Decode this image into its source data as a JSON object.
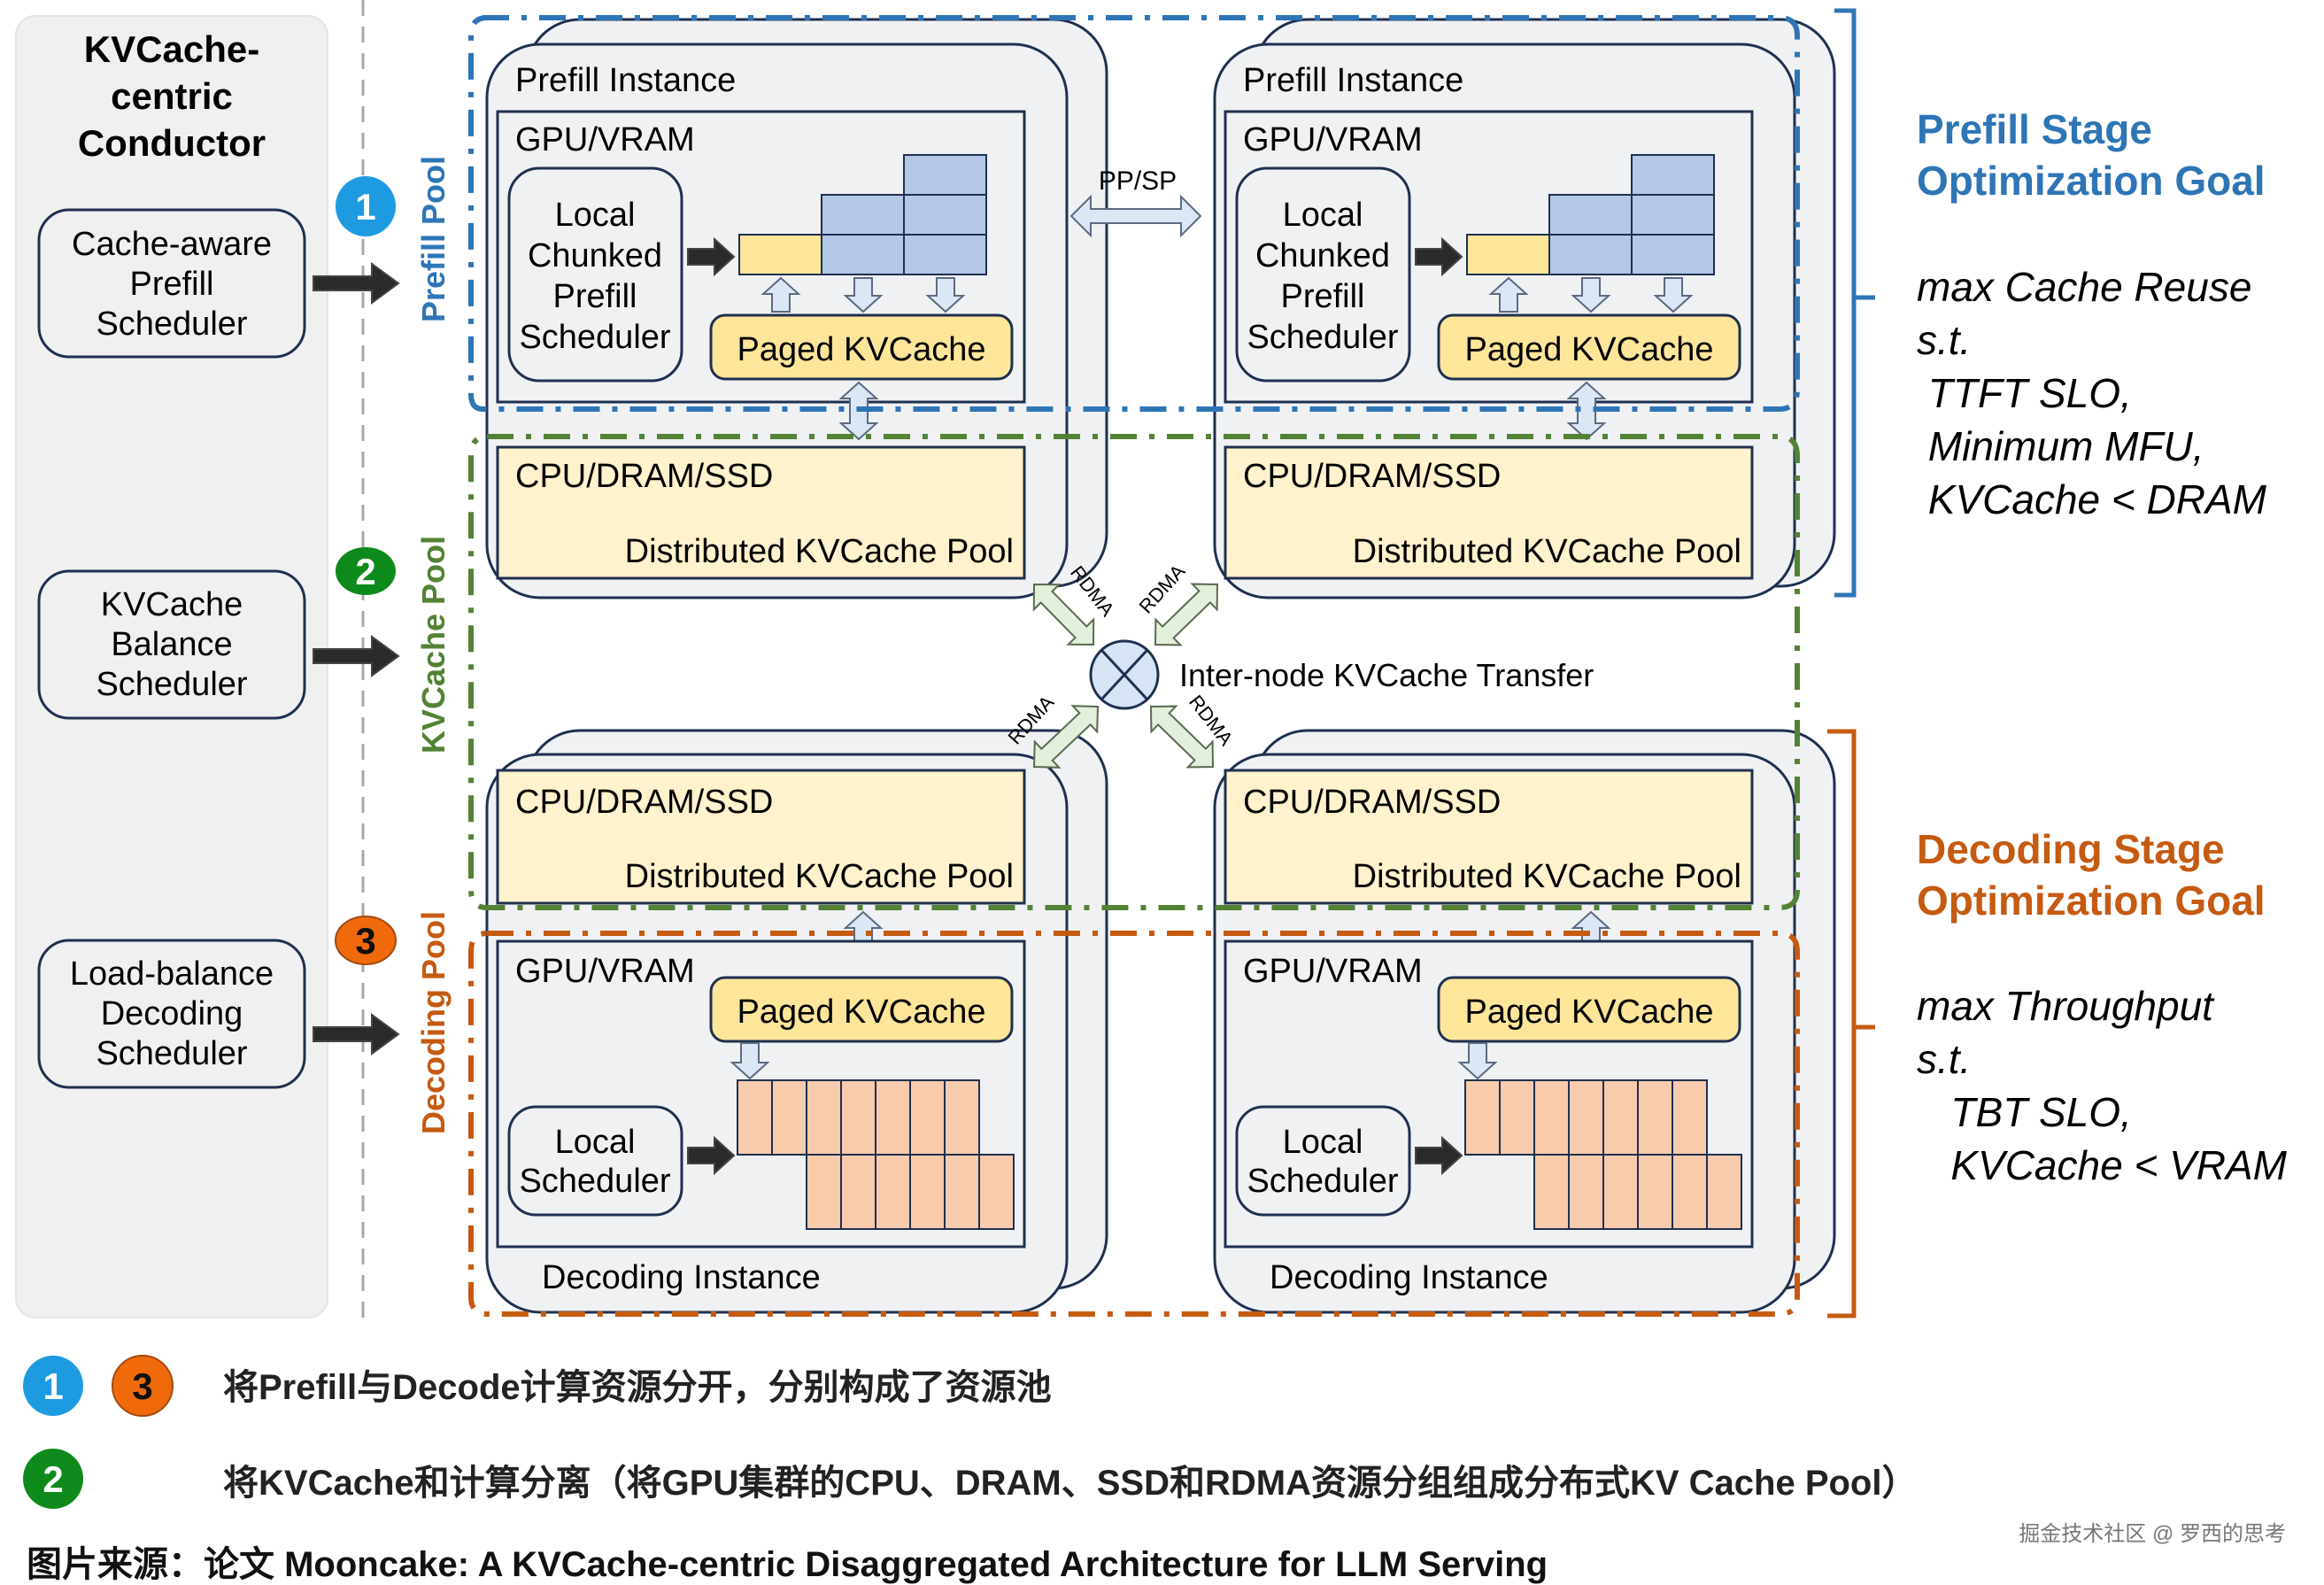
{
  "conductor": {
    "title_lines": [
      "KVCache-",
      "centric",
      "Conductor"
    ],
    "schedulers": [
      {
        "lines": [
          "Cache-aware",
          "Prefill",
          "Scheduler"
        ],
        "badge": "1",
        "badge_color": "#1e9be0"
      },
      {
        "lines": [
          "KVCache",
          "Balance",
          "Scheduler"
        ],
        "badge": "2",
        "badge_color": "#0e8a1c"
      },
      {
        "lines": [
          "Load-balance",
          "Decoding",
          "Scheduler"
        ],
        "badge": "3",
        "badge_color": "#f06a0c"
      }
    ]
  },
  "pools": {
    "prefill": {
      "label": "Prefill Pool",
      "color": "#2e75b6"
    },
    "kvcache": {
      "label": "KVCache Pool",
      "color": "#548235"
    },
    "decoding": {
      "label": "Decoding Pool",
      "color": "#c55a11"
    }
  },
  "prefill_instance": {
    "title": "Prefill Instance",
    "gpu_label": "GPU/VRAM",
    "scheduler_lines": [
      "Local",
      "Chunked",
      "Prefill",
      "Scheduler"
    ],
    "paged_kvcache": "Paged KVCache",
    "cpu_label": "CPU/DRAM/SSD",
    "pool_label": "Distributed KVCache Pool"
  },
  "decoding_instance": {
    "title": "Decoding Instance",
    "gpu_label": "GPU/VRAM",
    "scheduler_lines": [
      "Local",
      "Scheduler"
    ],
    "paged_kvcache": "Paged KVCache",
    "cpu_label": "CPU/DRAM/SSD",
    "pool_label": "Distributed KVCache Pool"
  },
  "interconnect": {
    "pp_sp": "PP/SP",
    "rdma": "RDMA",
    "transfer_label": "Inter-node KVCache Transfer"
  },
  "goals": {
    "prefill": {
      "heading_lines": [
        "Prefill Stage",
        "Optimization Goal"
      ],
      "body_lines": [
        "max Cache Reuse",
        "s.t.",
        " TTFT SLO,",
        " Minimum MFU,",
        " KVCache < DRAM"
      ]
    },
    "decoding": {
      "heading_lines": [
        "Decoding Stage",
        "Optimization Goal"
      ],
      "body_lines": [
        "max Throughput",
        "s.t.",
        "   TBT SLO,",
        "   KVCache < VRAM"
      ]
    }
  },
  "notes": [
    {
      "badges": [
        "1",
        "3"
      ],
      "text": "将Prefill与Decode计算资源分开，分别构成了资源池"
    },
    {
      "badges": [
        "2"
      ],
      "text": "将KVCache和计算分离（将GPU集群的CPU、DRAM、SSD和RDMA资源分组组成分布式KV Cache Pool）"
    }
  ],
  "source": "图片来源：论文 Mooncake: A KVCache-centric Disaggregated Architecture for LLM Serving",
  "watermark": "掘金技术社区 @ 罗西的思考",
  "colors": {
    "cache_yellow": "#fde699",
    "pool_yellow": "#fff2cc",
    "block_blue": "#b4c7e7",
    "block_orange": "#f8cbad",
    "instance_bg": "#f0f1f3",
    "border": "#1f3050"
  }
}
